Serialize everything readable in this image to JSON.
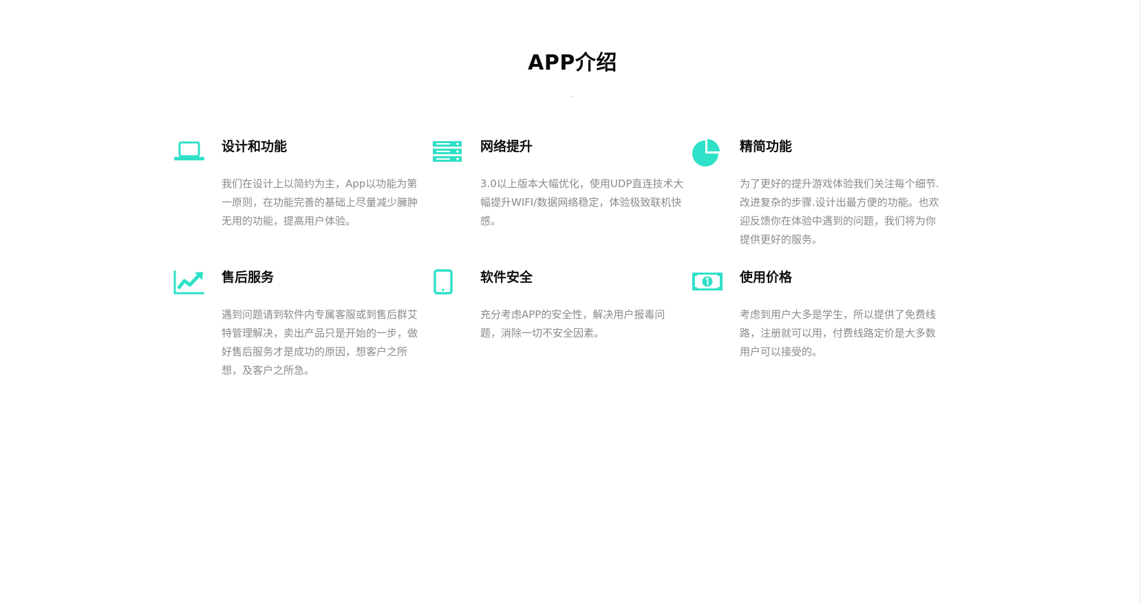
{
  "section": {
    "title": "APP介绍"
  },
  "accent_color": "#2fe0c8",
  "features": [
    {
      "icon": "laptop-icon",
      "title": "设计和功能",
      "text": "我们在设计上以简约为主，App以功能为第一原则，在功能完善的基础上尽量减少臃肿无用的功能，提高用户体验。"
    },
    {
      "icon": "server-icon",
      "title": "网络提升",
      "text": "3.0以上版本大幅优化，使用UDP直连技术大幅提升WIFI/数据网络稳定，体验极致联机快感。"
    },
    {
      "icon": "pie-chart-icon",
      "title": "精简功能",
      "text": "为了更好的提升游戏体验我们关注每个细节.改进复杂的步骤.设计出最方便的功能。也欢迎反馈你在体验中遇到的问题，我们将为你提供更好的服务。"
    },
    {
      "icon": "trend-up-chart-icon",
      "title": "售后服务",
      "text": "遇到问题请到软件内专属客服或到售后群艾特管理解决，卖出产品只是开始的一步，做好售后服务才是成功的原因，想客户之所想，及客户之所急。"
    },
    {
      "icon": "tablet-icon",
      "title": "软件安全",
      "text": "充分考虑APP的安全性，解决用户报毒问题，消除一切不安全因素。"
    },
    {
      "icon": "banknote-icon",
      "title": "使用价格",
      "text": "考虑到用户大多是学生，所以提供了免费线路，注册就可以用，付费线路定价是大多数用户可以接受的。"
    }
  ]
}
